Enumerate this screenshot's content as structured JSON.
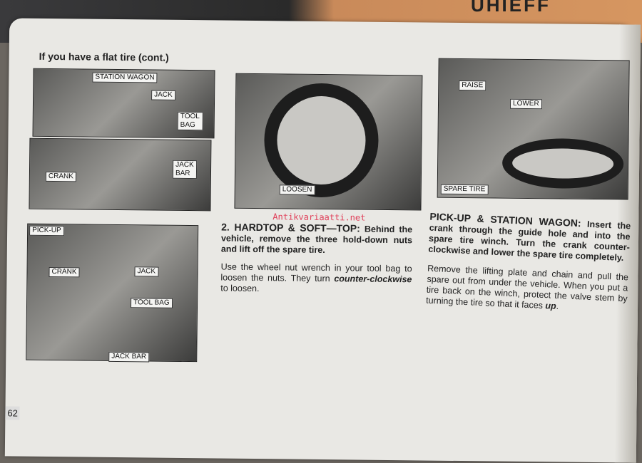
{
  "background_word": "UHIEFF",
  "heading": "If you have a flat tire (cont.)",
  "figure_labels": {
    "station_wagon": "STATION WAGON",
    "jack1": "JACK",
    "tool_bag1": "TOOL BAG",
    "crank1": "CRANK",
    "jack_bar1": "JACK BAR",
    "loosen": "LOOSEN",
    "raise": "RAISE",
    "lower": "LOWER",
    "spare_tire": "SPARE TIRE",
    "pick_up": "PICK-UP",
    "crank2": "CRANK",
    "jack2": "JACK",
    "tool_bag2": "TOOL BAG",
    "jack_bar2": "JACK BAR"
  },
  "watermark": "Antikvariaatti.net",
  "section2": {
    "title": "2. HARDTOP & SOFT—TOP:",
    "instruction": "Behind the vehicle, remove the three hold-down nuts and lift off the spare tire.",
    "body_a": "Use the wheel nut wrench in your tool bag to loosen the nuts. They turn ",
    "body_em": "counter-clockwise",
    "body_b": " to loosen."
  },
  "section3": {
    "title": "PICK-UP & STATION WAGON:",
    "instruction": "Insert the crank through the guide hole and into the spare tire winch. Turn the crank counter-clockwise and lower the spare tire completely.",
    "body_a": "Remove the lifting plate and chain and pull the spare out from under the vehicle. When you put a tire back on the winch, protect the valve stem by turning the tire so that it faces ",
    "body_em": "up",
    "body_b": "."
  },
  "page_number": "62"
}
